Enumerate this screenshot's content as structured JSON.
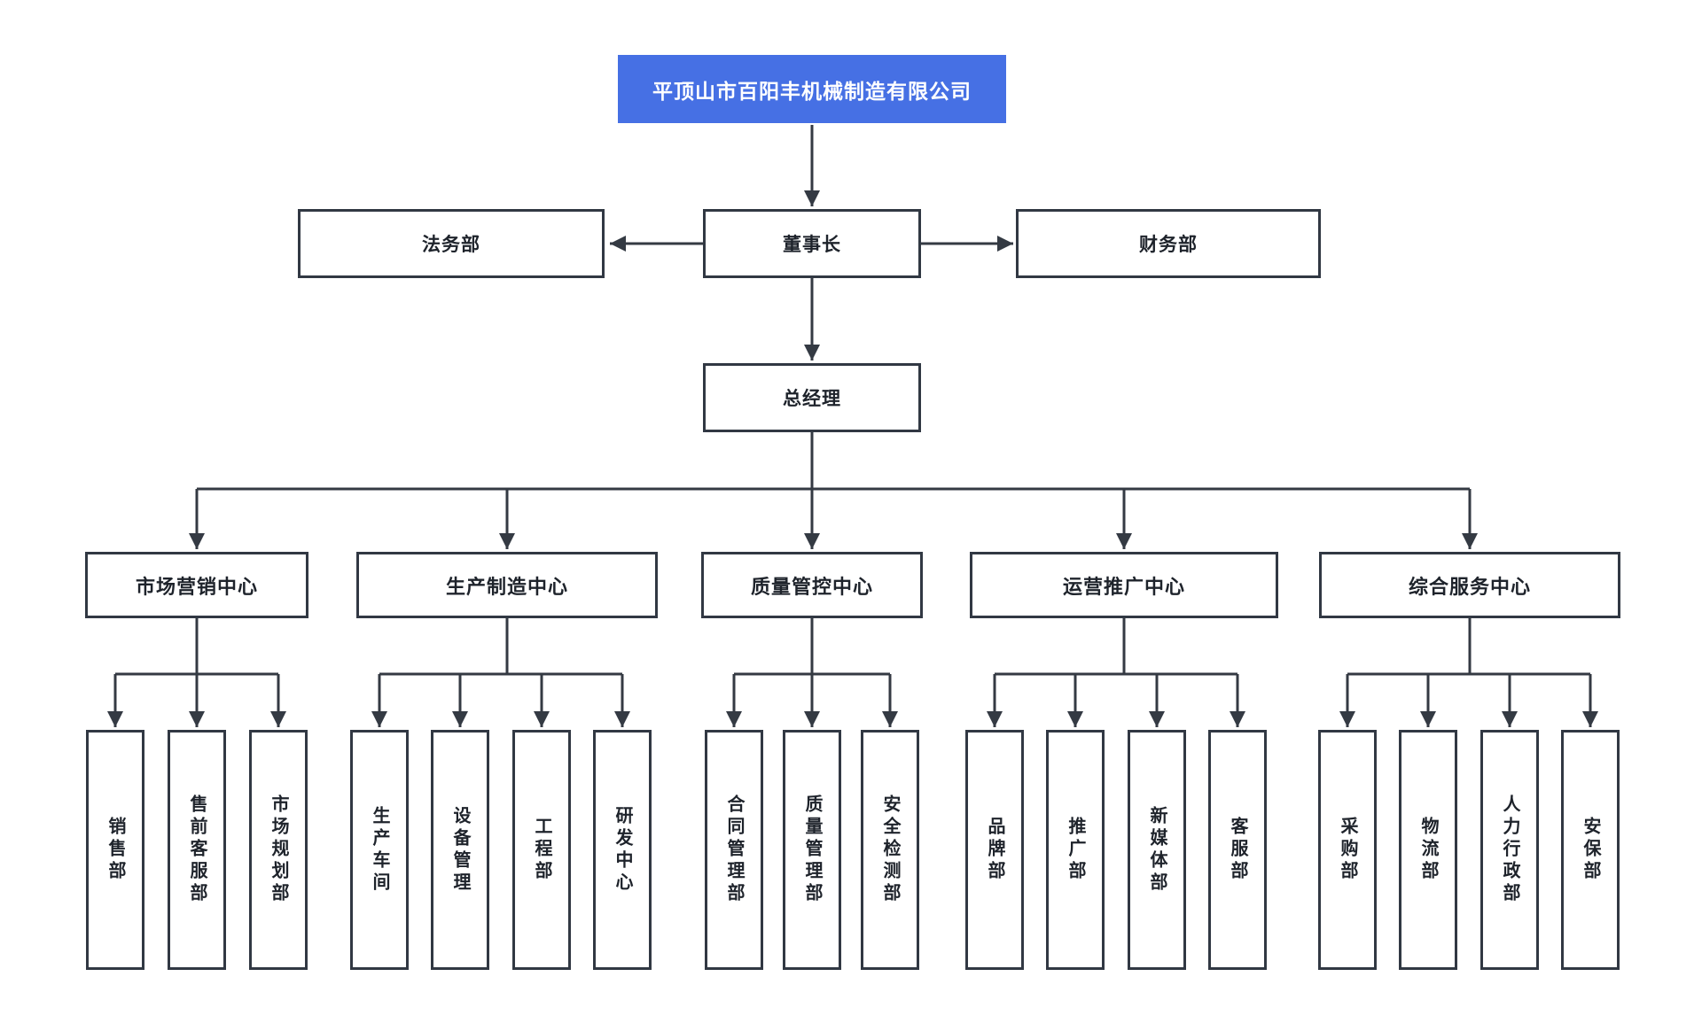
{
  "colors": {
    "accent_blue": "#4670E4",
    "line": "#343A43",
    "box_border": "#313843",
    "text_dark": "#1E232B",
    "title_text": "#FFFFFF"
  },
  "org_chart": {
    "company": "平顶山市百阳丰机械制造有限公司",
    "legal": "法务部",
    "chairman": "董事长",
    "finance": "财务部",
    "general_manager": "总经理",
    "centers": [
      {
        "label": "市场营销中心",
        "departments": [
          "销售部",
          "售前客服部",
          "市场规划部"
        ]
      },
      {
        "label": "生产制造中心",
        "departments": [
          "生产车间",
          "设备管理",
          "工程部",
          "研发中心"
        ]
      },
      {
        "label": "质量管控中心",
        "departments": [
          "合同管理部",
          "质量管理部",
          "安全检测部"
        ]
      },
      {
        "label": "运营推广中心",
        "departments": [
          "品牌部",
          "推广部",
          "新媒体部",
          "客服部"
        ]
      },
      {
        "label": "综合服务中心",
        "departments": [
          "采购部",
          "物流部",
          "人力行政部",
          "安保部"
        ]
      }
    ]
  }
}
